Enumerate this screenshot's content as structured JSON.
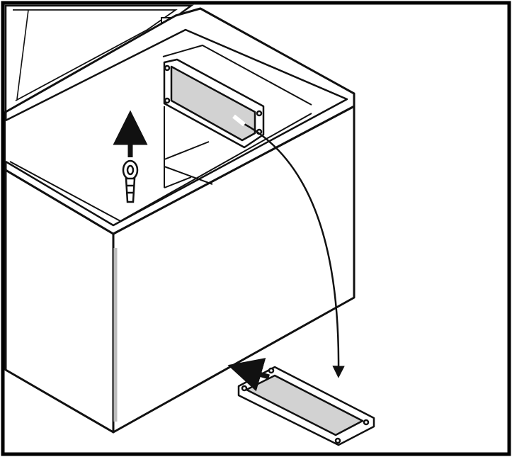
{
  "illustration": {
    "subject": "chest-freezer-defrost-drain",
    "components": [
      "freezer-cabinet",
      "open-lid",
      "drain-plug",
      "divider-panel",
      "drain-tray"
    ],
    "steps": [
      "pull-drain-plug-up",
      "remove-divider-panel",
      "use-panel-as-drain-tray",
      "slide-tray-toward-cabinet"
    ],
    "colors": {
      "ink": "#111111",
      "panel_fill": "#d2d2d2",
      "body_fill": "#ffffff",
      "corner_line": "#bdbdbd",
      "frame": "#000000"
    }
  }
}
